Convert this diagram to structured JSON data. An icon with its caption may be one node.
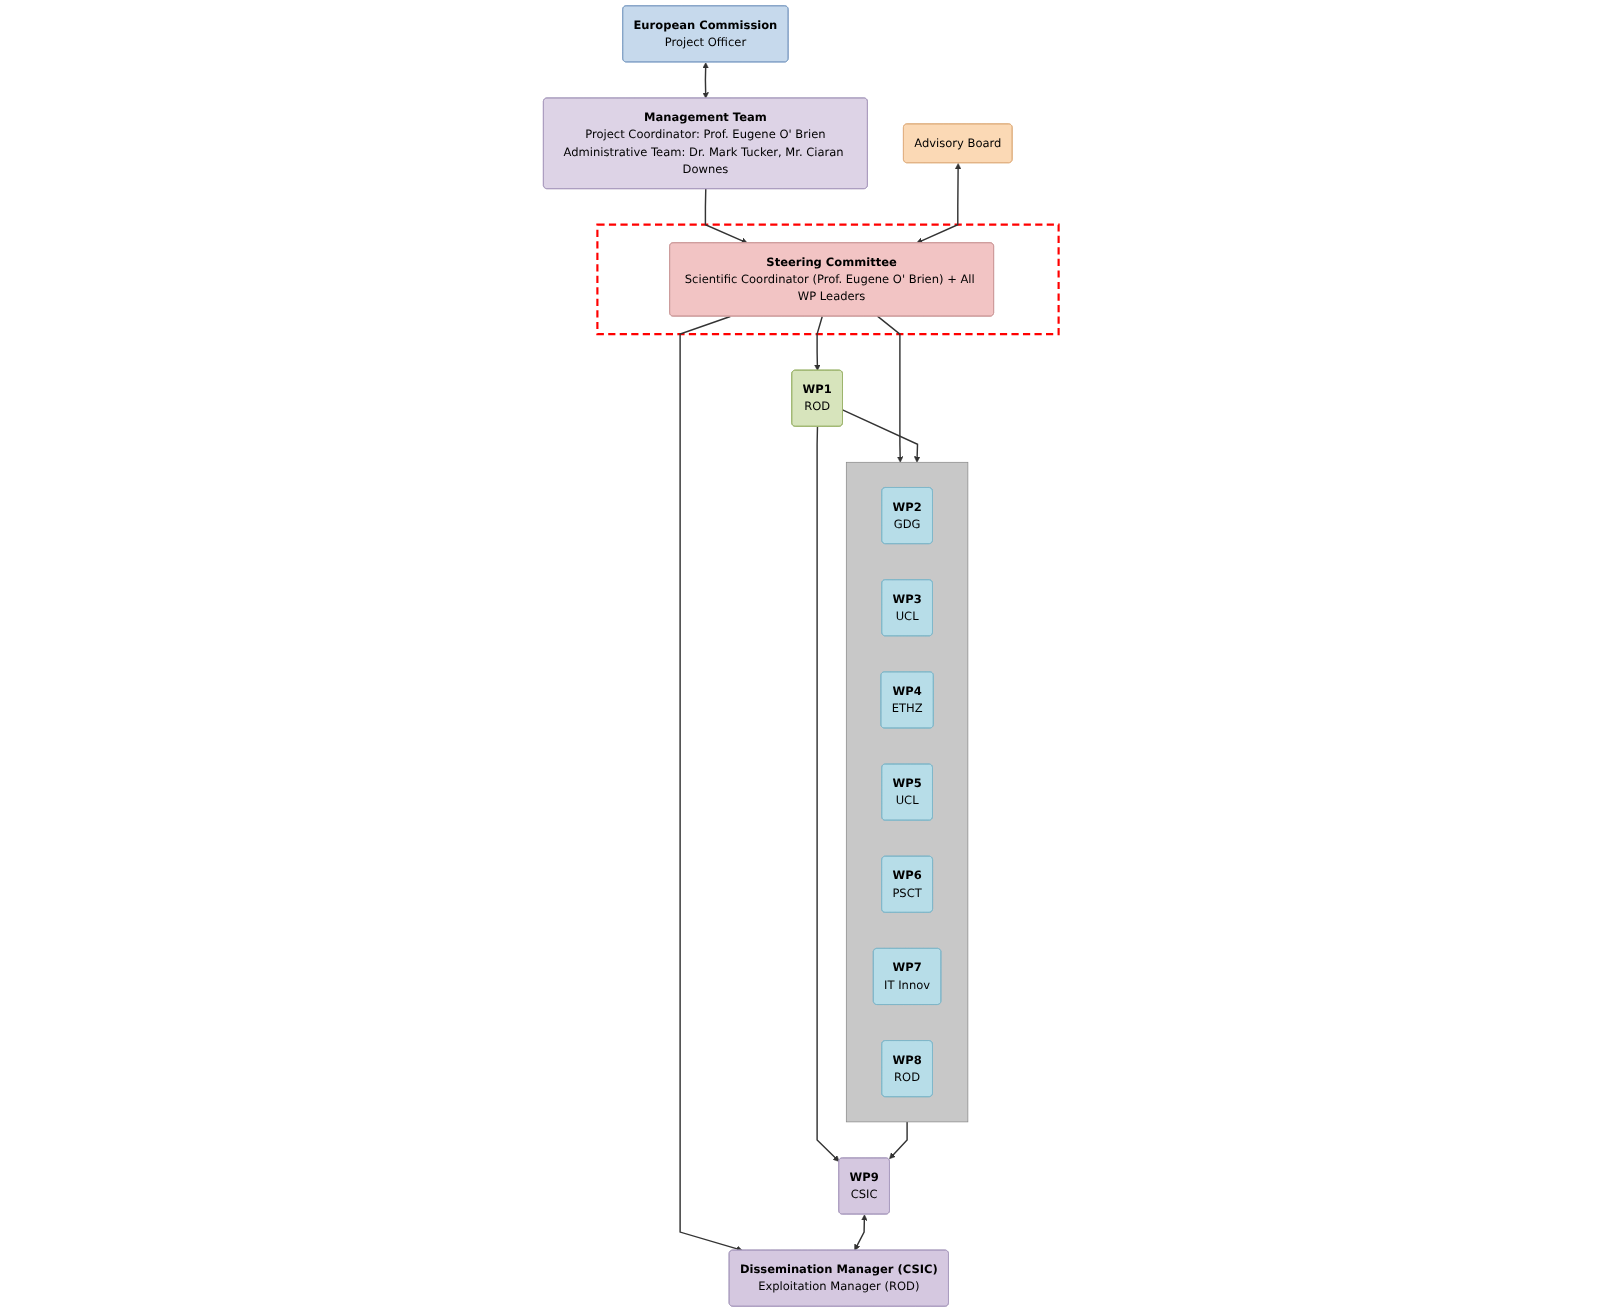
{
  "diagram": {
    "nodes": [
      {
        "text": [
          "European Commission",
          "Project Officer"
        ]
      },
      {
        "text": [
          "Management Team",
          "Project Coordinator: Prof. Eugene O' Brien",
          "Administrative Team: Dr. Mark Tucker, Mr. Ciaran Downes"
        ]
      },
      {
        "text": [
          "Advisory Board"
        ]
      },
      {
        "text": [],
        "shape": "box"
      },
      {
        "text": [
          "Steering Committee",
          "Scientific Coordinator (Prof. Eugene O' Brien) + All WP Leaders"
        ],
        "in": 3
      },
      {
        "text": [],
        "shape": "box"
      },
      {
        "text": [
          "WP2",
          "GDG"
        ],
        "in": 5
      },
      {
        "text": [
          "WP3",
          "UCL"
        ],
        "in": 5
      },
      {
        "text": [
          "WP4",
          "ETHZ"
        ],
        "in": 5
      },
      {
        "text": [
          "WP5",
          "UCL"
        ],
        "in": 5
      },
      {
        "text": [
          "WP6",
          "PSCT"
        ],
        "in": 5
      },
      {
        "text": [
          "WP7",
          "IT Innov"
        ],
        "in": 5
      },
      {
        "text": [
          "WP8",
          "ROD"
        ],
        "in": 5
      },
      {
        "text": [
          "WP1",
          "ROD"
        ]
      },
      {
        "text": [
          "WP9",
          "CSIC"
        ]
      },
      {
        "text": [
          "Dissemination Manager (CSIC)",
          "Exploitation Manager (ROD)"
        ]
      }
    ],
    "edges": [
      {
        "from": 0,
        "to": 1,
        "arrow": "both"
      },
      {
        "from": 1,
        "to": 4,
        "arrow": "to"
      },
      {
        "from": 2,
        "to": 4,
        "arrow": "both"
      },
      {
        "from": 4,
        "to": 13,
        "arrow": "to"
      },
      {
        "from": 4,
        "to": 5,
        "arrow": "to"
      },
      {
        "from": 4,
        "to": 15,
        "arrow": "to"
      },
      {
        "from": 13,
        "to": 5,
        "arrow": "to"
      },
      {
        "from": 13,
        "to": 14,
        "arrow": "to"
      },
      {
        "from": 5,
        "to": 14,
        "arrow": "to"
      },
      {
        "from": 14,
        "to": 15,
        "arrow": "both"
      }
    ]
  }
}
